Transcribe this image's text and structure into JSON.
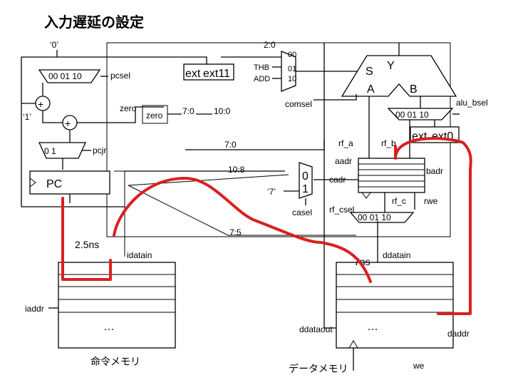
{
  "title": "入力遅延の設定",
  "labels": {
    "const_zero_quote": "‘0’",
    "const_one_quote": "‘1’",
    "const_seven_quote": "‘7’",
    "mux_top_sel": "00 01 10",
    "pcsel": "pcsel",
    "zero_a": "zero",
    "zero_b": "zero",
    "bits_7_0_a": "7:0",
    "bits_10_0": "10:0",
    "bits_2_0": "2:0",
    "ext": "ext",
    "ext11": "ext11",
    "thb": "THB",
    "add": "ADD",
    "alu_mux_00": "00",
    "alu_mux_01": "01",
    "alu_mux_10": "10",
    "alu_s": "S",
    "alu_y": "Y",
    "alu_a": "A",
    "alu_b": "B",
    "comsel": "comsel",
    "alu_bsel": "alu_bsel",
    "bmux_sel": "00 01 10",
    "ext_b": "ext",
    "ext0": "ext0",
    "mux_pc_sel": "0 1",
    "pcjr": "pcjr",
    "bits_7_0_b": "7:0",
    "rf_a": "rf_a",
    "rf_b": "rf_b",
    "aadr": "aadr",
    "bits_10_8": "10:8",
    "badr": "badr",
    "cadr": "cadr",
    "mux_c_0": "0",
    "mux_c_1": "1",
    "rf_c": "rf_c",
    "rwe": "rwe",
    "rf_csel": "rf_csel",
    "csel_sel": "00 01 10",
    "casel": "casel",
    "pc": "PC",
    "bits_7_5": "7:5",
    "delay_imem": "2.5ns",
    "delay_dmem": "7ns",
    "idatain": "idatain",
    "ddatain": "ddatain",
    "iaddr": "iaddr",
    "ellipsis_imem": "…",
    "ellipsis_dmem": "…",
    "ddataout": "ddataout",
    "daddr": "daddr",
    "imem_name": "命令メモリ",
    "dmem_name": "データメモリ",
    "we": "we"
  },
  "colors": {
    "highlight_path": "#d92020",
    "wire": "#000000"
  }
}
